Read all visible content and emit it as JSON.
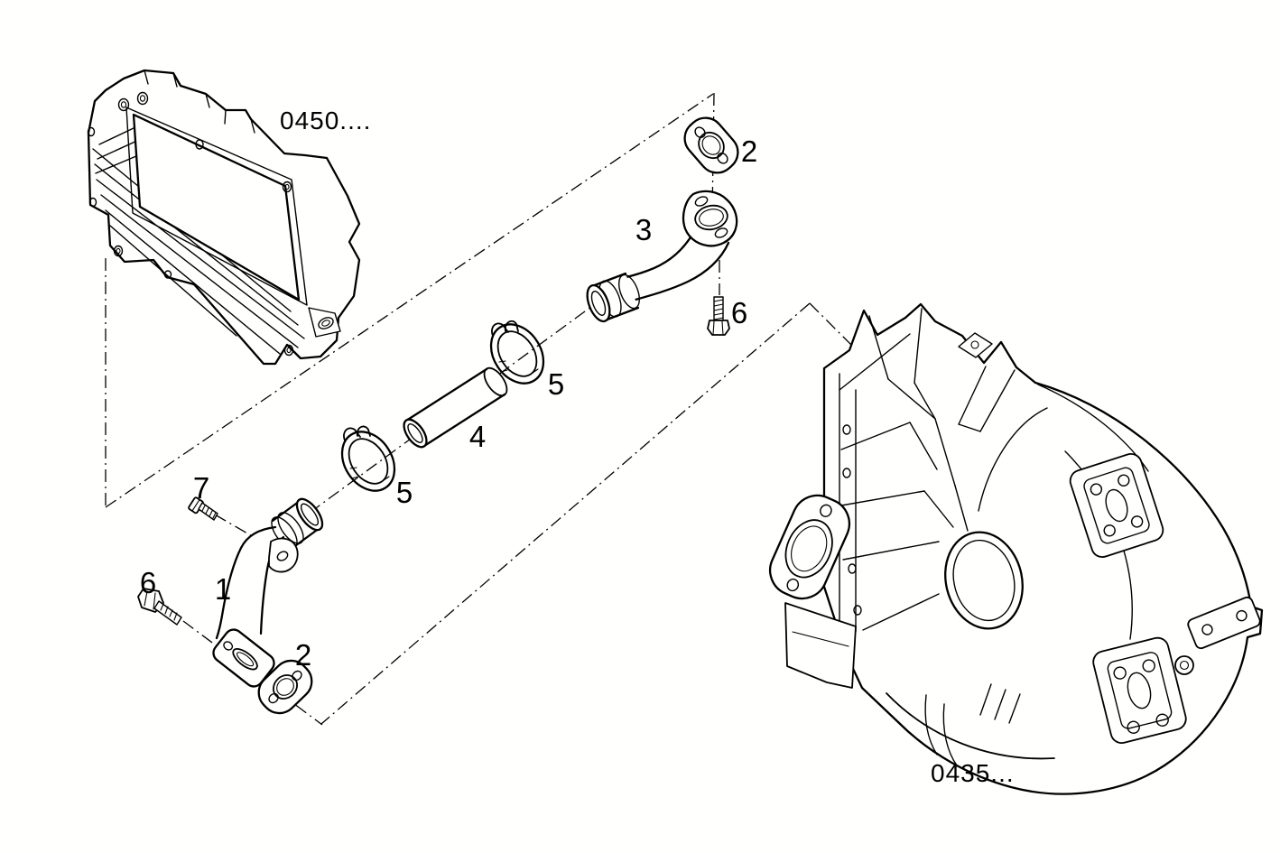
{
  "figure": {
    "type": "exploded-parts-technical-illustration",
    "background_color": "#fffffe",
    "line_color": "#000000"
  },
  "reference_codes": {
    "oil_cooler": "0450....",
    "flywheel_housing": "0435..."
  },
  "callouts": {
    "c1": "1",
    "c2_top": "2",
    "c2_bottom": "2",
    "c3": "3",
    "c4": "4",
    "c5_upper": "5",
    "c5_lower": "5",
    "c6_left": "6",
    "c6_right": "6",
    "c7": "7"
  }
}
